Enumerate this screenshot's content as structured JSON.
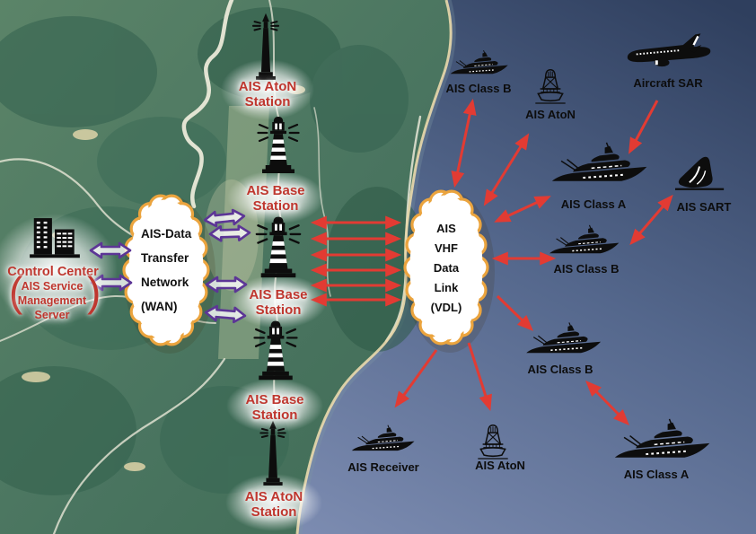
{
  "control_center": {
    "title": "Control Center",
    "paren_open": "(",
    "paren_close": ")",
    "server_lines": [
      "AIS Service",
      "Management",
      "Server"
    ]
  },
  "wan_cloud": {
    "lines": [
      "AIS-Data",
      "Transfer",
      "Network",
      "(WAN)"
    ]
  },
  "vdl_cloud": {
    "lines": [
      "AIS",
      "VHF",
      "Data",
      "Link",
      "(VDL)"
    ]
  },
  "stations": [
    {
      "id": "aton-station-top",
      "icon": "aton-tower-icon",
      "line1": "AIS AtoN",
      "line2": "Station"
    },
    {
      "id": "base-station-1",
      "icon": "lighthouse-icon",
      "line1": "AIS Base",
      "line2": "Station"
    },
    {
      "id": "base-station-2",
      "icon": "lighthouse-icon",
      "line1": "AIS Base",
      "line2": "Station"
    },
    {
      "id": "base-station-3",
      "icon": "lighthouse-icon",
      "line1": "AIS Base",
      "line2": "Station"
    },
    {
      "id": "aton-station-bottom",
      "icon": "aton-tower-icon",
      "line1": "AIS AtoN",
      "line2": "Station"
    }
  ],
  "units": [
    {
      "id": "class-b-top",
      "icon": "yacht-icon",
      "label": "AIS Class B"
    },
    {
      "id": "aton-sea-top",
      "icon": "buoy-icon",
      "label": "AIS AtoN"
    },
    {
      "id": "aircraft-sar",
      "icon": "airplane-icon",
      "label": "Aircraft SAR"
    },
    {
      "id": "class-a-mid",
      "icon": "yacht-icon",
      "label": "AIS Class A"
    },
    {
      "id": "sart",
      "icon": "liferaft-icon",
      "label": "AIS SART"
    },
    {
      "id": "class-b-mid",
      "icon": "yacht-icon",
      "label": "AIS Class B"
    },
    {
      "id": "class-b-low",
      "icon": "yacht-icon",
      "label": "AIS Class B"
    },
    {
      "id": "class-a-bottom",
      "icon": "yacht-icon",
      "label": "AIS Class A"
    },
    {
      "id": "receiver",
      "icon": "yacht-icon",
      "label": "AIS Receiver"
    },
    {
      "id": "aton-sea-bottom",
      "icon": "buoy-icon",
      "label": "AIS AtoN"
    }
  ],
  "links": [
    {
      "from": "control-center",
      "to": "wan-cloud",
      "style": "purple-double",
      "count": 2
    },
    {
      "from": "wan-cloud",
      "to": "base-stations",
      "style": "purple-double",
      "count": 4
    },
    {
      "from": "base-station-2",
      "to": "vdl-cloud",
      "style": "red-double",
      "count": 6
    },
    {
      "from": "vdl-cloud",
      "to": "class-b-top",
      "style": "red-double"
    },
    {
      "from": "vdl-cloud",
      "to": "aton-sea-top",
      "style": "red-double"
    },
    {
      "from": "vdl-cloud",
      "to": "class-a-mid",
      "style": "red-double"
    },
    {
      "from": "aircraft-sar",
      "to": "class-a-mid",
      "style": "red-single"
    },
    {
      "from": "class-b-mid",
      "to": "sart",
      "style": "red-double"
    },
    {
      "from": "vdl-cloud",
      "to": "class-b-mid",
      "style": "red-double"
    },
    {
      "from": "vdl-cloud",
      "to": "class-b-low",
      "style": "red-single"
    },
    {
      "from": "class-b-low",
      "to": "class-a-bottom",
      "style": "red-double"
    },
    {
      "from": "vdl-cloud",
      "to": "receiver",
      "style": "red-single"
    },
    {
      "from": "vdl-cloud",
      "to": "aton-sea-bottom",
      "style": "red-single"
    }
  ],
  "colors": {
    "station_label": "#bf362e",
    "unit_label": "#0d0d0d",
    "red_arrow": "#e23b33",
    "purple_arrow": "#5c3596",
    "cloud_border": "#eba43e",
    "cloud_fill": "#ffffff"
  }
}
